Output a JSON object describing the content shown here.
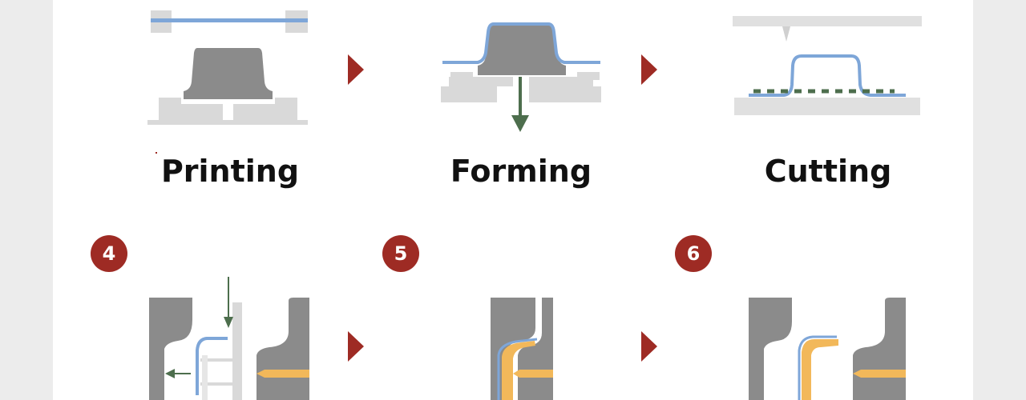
{
  "colors": {
    "machine_dark": "#8b8b8b",
    "machine_light": "#d9d9d9",
    "film_blue": "#7ea6d8",
    "arrow_red": "#9e2b24",
    "arrow_green": "#4d6e4d",
    "resin_orange": "#f2b85a",
    "side_band": "#ececec"
  },
  "steps": [
    {
      "label": "Printing"
    },
    {
      "label": "Forming"
    },
    {
      "label": "Cutting"
    }
  ],
  "badges": [
    {
      "number": "4"
    },
    {
      "number": "5"
    },
    {
      "number": "6"
    }
  ],
  "icons": {
    "process_arrow": "red-triangle-arrow",
    "motion_arrow": "green-arrow"
  }
}
